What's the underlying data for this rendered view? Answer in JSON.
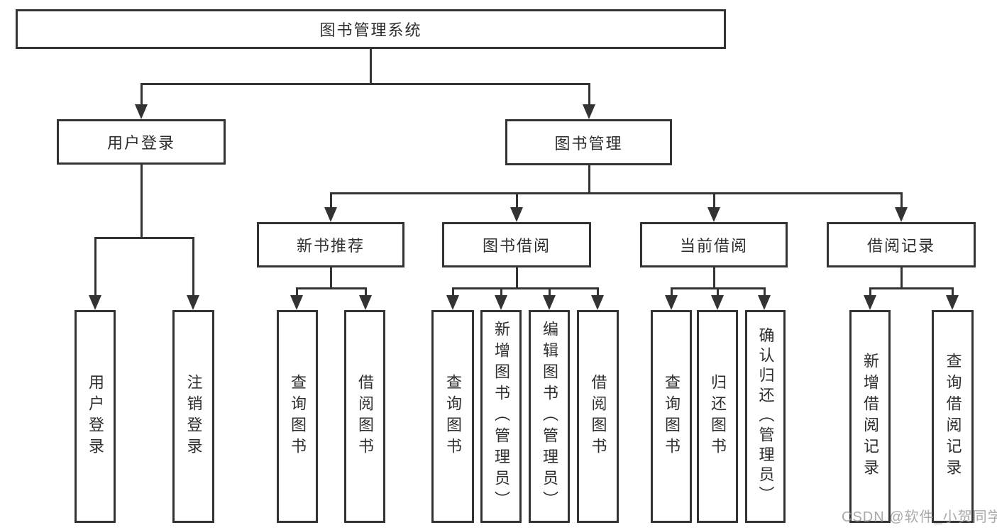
{
  "diagram": {
    "title": "图书管理系统",
    "level2": [
      {
        "label": "用户登录"
      },
      {
        "label": "图书管理"
      }
    ],
    "level3": [
      {
        "label": "新书推荐",
        "parent": "图书管理"
      },
      {
        "label": "图书借阅",
        "parent": "图书管理"
      },
      {
        "label": "当前借阅",
        "parent": "图书管理"
      },
      {
        "label": "借阅记录",
        "parent": "图书管理"
      }
    ],
    "leaves": [
      {
        "label": "用户登录",
        "parent": "用户登录"
      },
      {
        "label": "注销登录",
        "parent": "用户登录"
      },
      {
        "label": "查询图书",
        "parent": "新书推荐"
      },
      {
        "label": "借阅图书",
        "parent": "新书推荐"
      },
      {
        "label": "查询图书",
        "parent": "图书借阅"
      },
      {
        "label": "新增图书（管理员）",
        "parent": "图书借阅"
      },
      {
        "label": "编辑图书（管理员）",
        "parent": "图书借阅"
      },
      {
        "label": "借阅图书",
        "parent": "图书借阅"
      },
      {
        "label": "查询图书",
        "parent": "当前借阅"
      },
      {
        "label": "归还图书",
        "parent": "当前借阅"
      },
      {
        "label": "确认归还（管理员）",
        "parent": "当前借阅"
      },
      {
        "label": "新增借阅记录",
        "parent": "借阅记录"
      },
      {
        "label": "查询借阅记录",
        "parent": "借阅记录"
      }
    ],
    "watermark": "CSDN @软件_小贺同学"
  },
  "colors": {
    "line": "#333333",
    "background": "#ffffff",
    "text": "#2e2e2e",
    "watermark": "#9b9b9b"
  }
}
